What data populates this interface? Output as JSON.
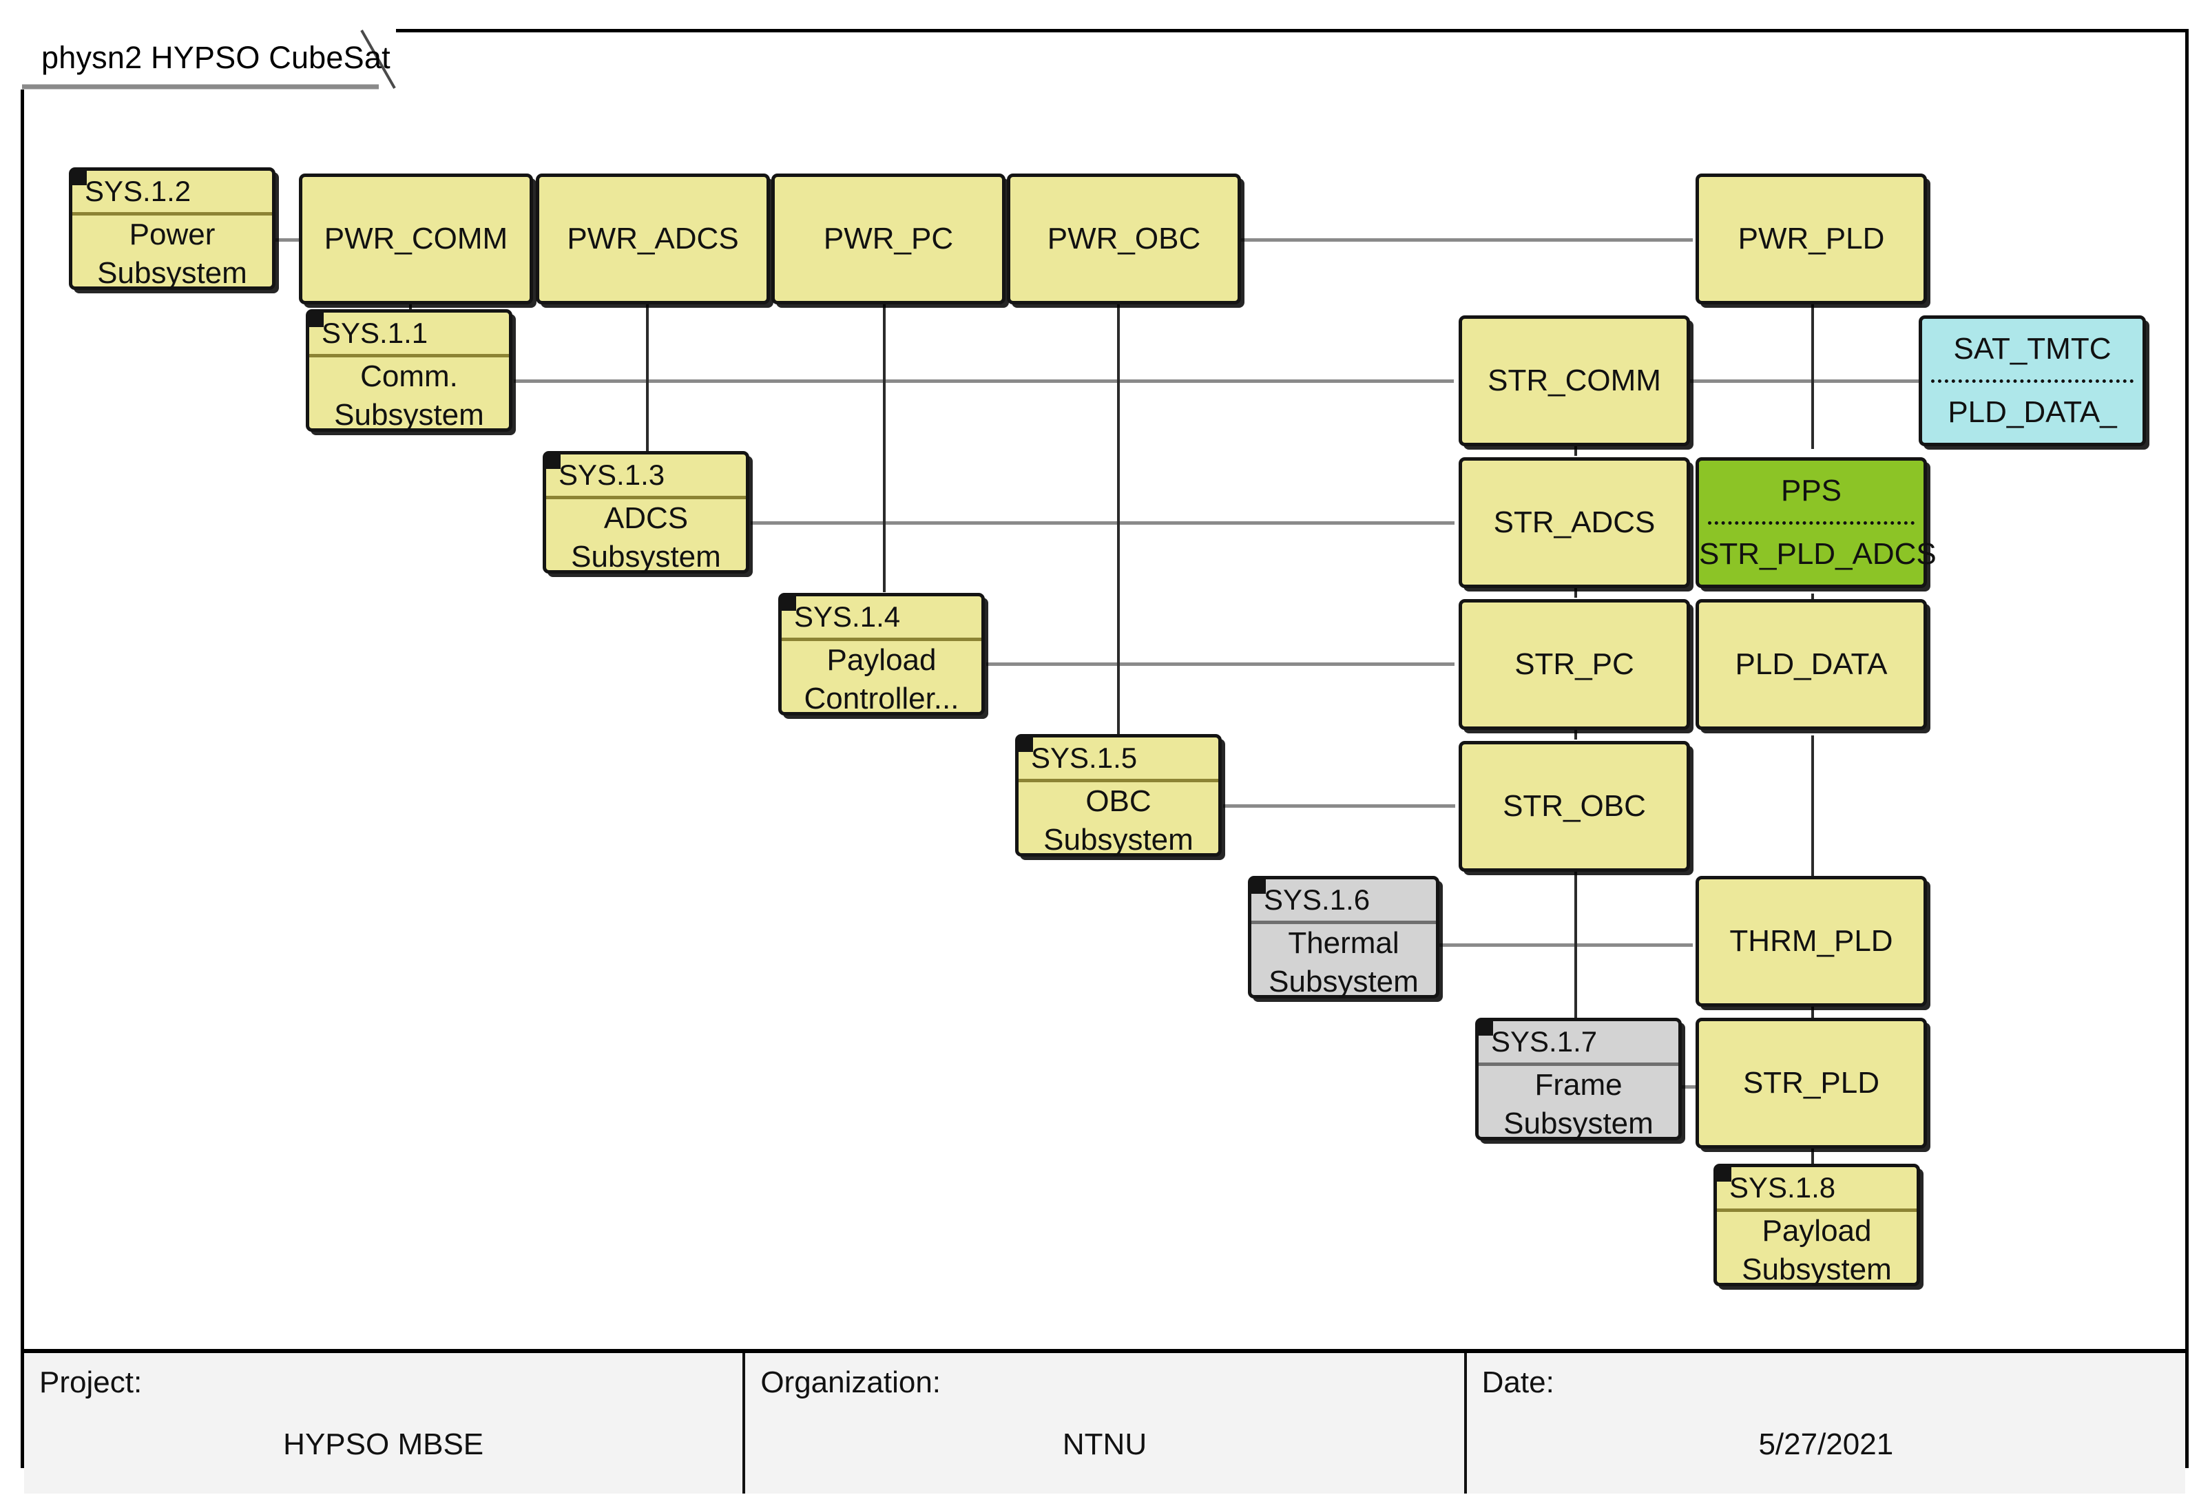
{
  "diagram": {
    "title": "physn2 HYPSO CubeSat",
    "kind": "internal-block-diagram"
  },
  "colors": {
    "part_yellow": "#ece89a",
    "part_gray": "#d3d3d3",
    "flow_cyan": "#aee7ea",
    "flow_green": "#8cc426",
    "border": "#141414",
    "connector": "#8a8a8a"
  },
  "nodes": {
    "sys_1_2": {
      "id": "SYS.1.2",
      "line1": "Power",
      "line2": "Subsystem"
    },
    "sys_1_1": {
      "id": "SYS.1.1",
      "line1": "Comm.",
      "line2": "Subsystem"
    },
    "sys_1_3": {
      "id": "SYS.1.3",
      "line1": "ADCS",
      "line2": "Subsystem"
    },
    "sys_1_4": {
      "id": "SYS.1.4",
      "line1": "Payload",
      "line2": "Controller..."
    },
    "sys_1_5": {
      "id": "SYS.1.5",
      "line1": "OBC",
      "line2": "Subsystem"
    },
    "sys_1_6": {
      "id": "SYS.1.6",
      "line1": "Thermal",
      "line2": "Subsystem"
    },
    "sys_1_7": {
      "id": "SYS.1.7",
      "line1": "Frame",
      "line2": "Subsystem"
    },
    "sys_1_8": {
      "id": "SYS.1.8",
      "line1": "Payload",
      "line2": "Subsystem"
    },
    "pwr_comm": {
      "label": "PWR_COMM"
    },
    "pwr_adcs": {
      "label": "PWR_ADCS"
    },
    "pwr_pc": {
      "label": "PWR_PC"
    },
    "pwr_obc": {
      "label": "PWR_OBC"
    },
    "pwr_pld": {
      "label": "PWR_PLD"
    },
    "str_comm": {
      "label": "STR_COMM"
    },
    "str_adcs": {
      "label": "STR_ADCS"
    },
    "str_pc": {
      "label": "STR_PC"
    },
    "str_obc": {
      "label": "STR_OBC"
    },
    "pld_data": {
      "label": "PLD_DATA"
    },
    "thrm_pld": {
      "label": "THRM_PLD"
    },
    "str_pld": {
      "label": "STR_PLD"
    },
    "sat_tmtc": {
      "line1": "SAT_TMTC",
      "line2": "PLD_DATA_"
    },
    "pps": {
      "line1": "PPS",
      "line2": "STR_PLD_ADCS"
    }
  },
  "footer": {
    "cells": [
      {
        "label": "Project:",
        "value": "HYPSO MBSE"
      },
      {
        "label": "Organization:",
        "value": "NTNU"
      },
      {
        "label": "Date:",
        "value": "5/27/2021"
      }
    ]
  }
}
